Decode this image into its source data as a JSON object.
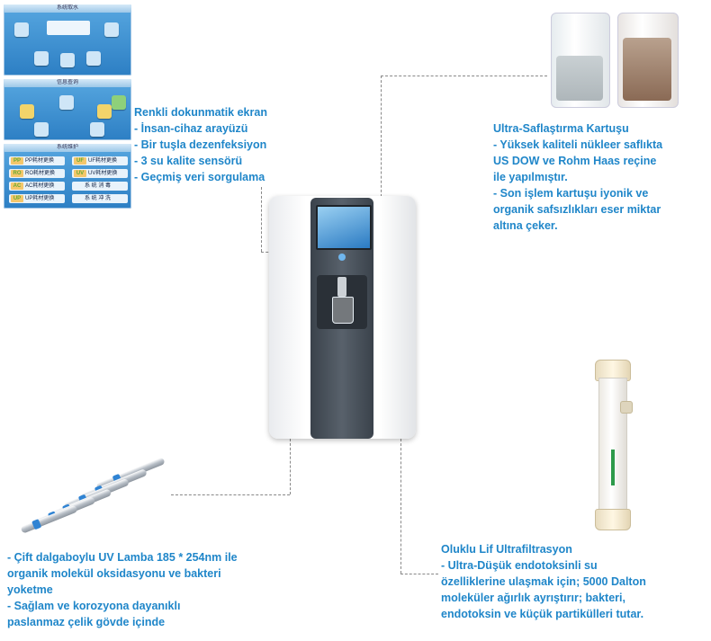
{
  "screens": [
    {
      "bar": "系统取水"
    },
    {
      "bar": "信息查询"
    },
    {
      "bar": "系统维护",
      "rows": [
        {
          "l_tag": "PP",
          "l_text": "PP耗材更换",
          "r_tag": "UF",
          "r_text": "UF耗材更换"
        },
        {
          "l_tag": "RO",
          "l_text": "RO耗材更换",
          "r_tag": "UV",
          "r_text": "UV耗材更换"
        },
        {
          "l_tag": "AC",
          "l_text": "AC耗材更换",
          "r_tag": "",
          "r_text": "系 统 消 毒"
        },
        {
          "l_tag": "UP",
          "l_text": "UP耗材更换",
          "r_tag": "",
          "r_text": "系 统 冲 洗"
        }
      ]
    }
  ],
  "touchscreen": {
    "lines": [
      "Renkli dokunmatik ekran",
      "- İnsan-cihaz arayüzü",
      "- Bir tuşla dezenfeksiyon",
      "- 3 su kalite sensörü",
      "- Geçmiş veri sorgulama"
    ]
  },
  "cartridge": {
    "lines": [
      "Ultra-Saflaştırma Kartuşu",
      "- Yüksek kaliteli nükleer saflıkta",
      "US DOW ve Rohm Haas reçine",
      "ile yapılmıştır.",
      "- Son işlem kartuşu iyonik ve",
      "organik safsızlıkları eser miktar",
      "altına çeker."
    ]
  },
  "uv": {
    "lines": [
      "- Çift dalgaboylu UV Lamba 185 * 254nm ile",
      "organik molekül oksidasyonu ve bakteri",
      "yoketme",
      "- Sağlam ve korozyona dayanıklı",
      "paslanmaz çelik gövde içinde"
    ]
  },
  "ultrafiltration": {
    "lines": [
      "Oluklu Lif Ultrafiltrasyon",
      "- Ultra-Düşük endotoksinli su",
      "özelliklerine ulaşmak için; 5000 Dalton",
      "moleküler ağırlık ayrıştırır; bakteri,",
      "endotoksin ve küçük partikülleri tutar."
    ]
  },
  "colors": {
    "caption": "#1f86c9",
    "screen": "#2d7fc4",
    "lamp_band": "#2f83d3"
  }
}
